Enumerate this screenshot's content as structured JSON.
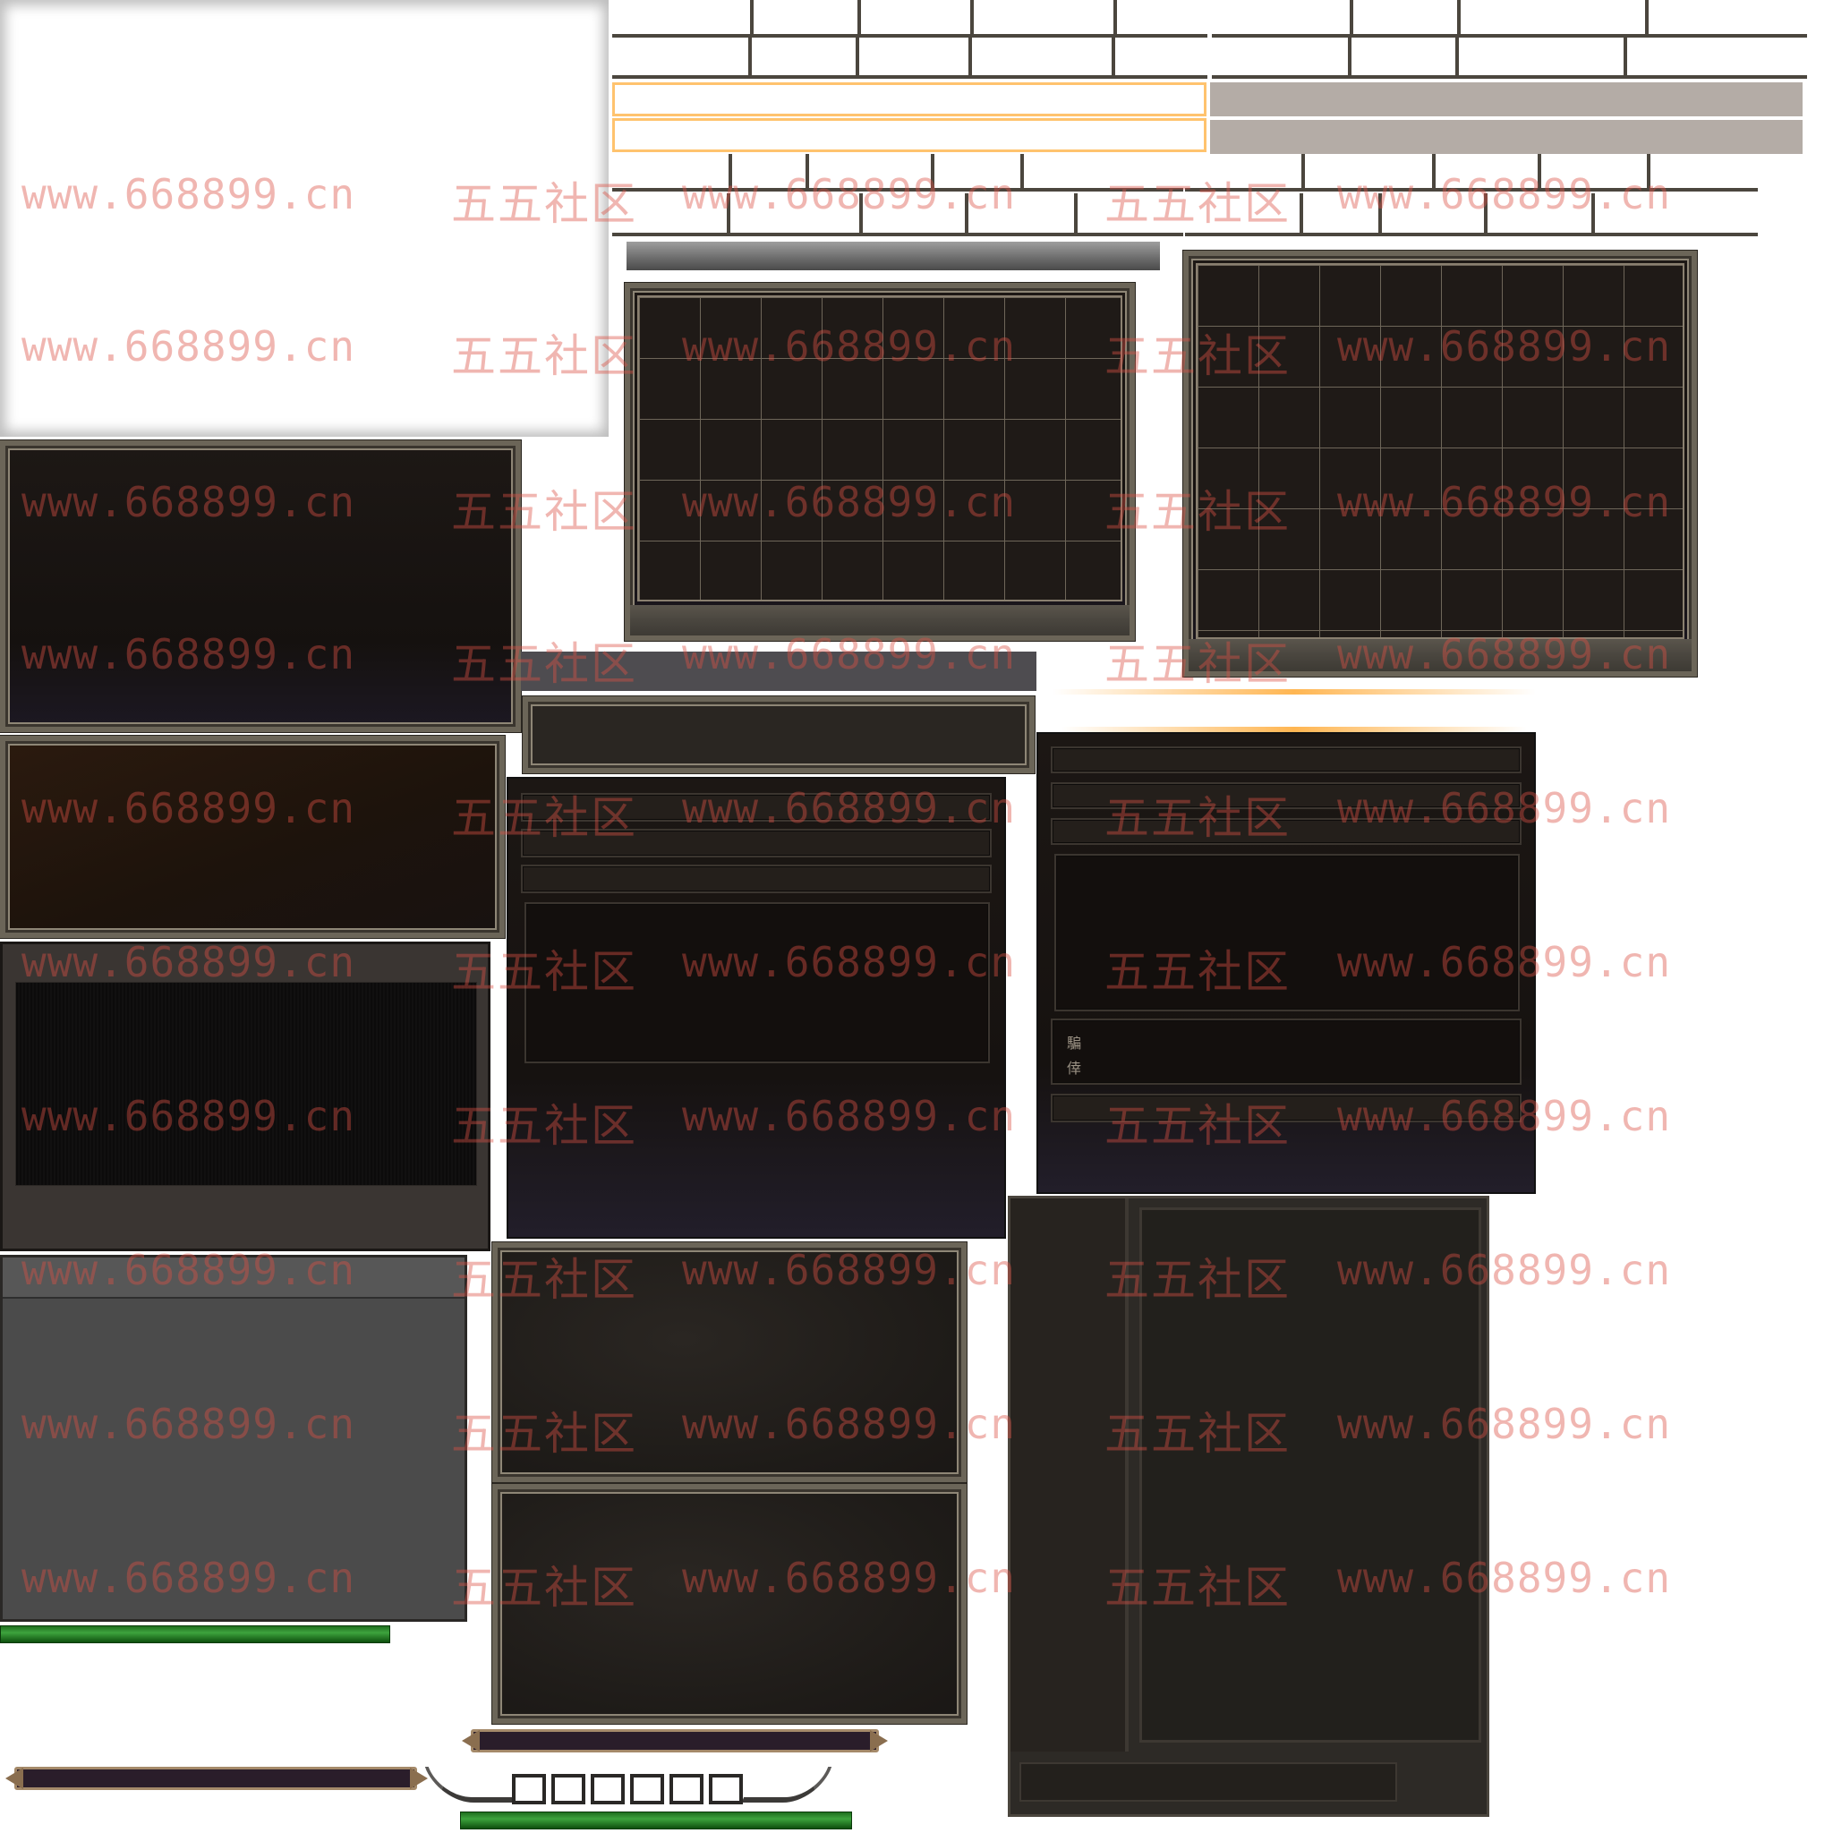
{
  "watermark": {
    "url": "www.668899.cn",
    "brand": "五五社区"
  },
  "panels": {
    "side_label_1": "騙",
    "side_label_2": "倖"
  },
  "colors": {
    "frame_stone": "#6b6558",
    "panel_dark": "#1d1815",
    "highlight_orange": "#ffc36e",
    "taupe_bar": "#b4aca6",
    "progress_green": "#2e8f2e",
    "watermark_red": "#dc5046"
  }
}
